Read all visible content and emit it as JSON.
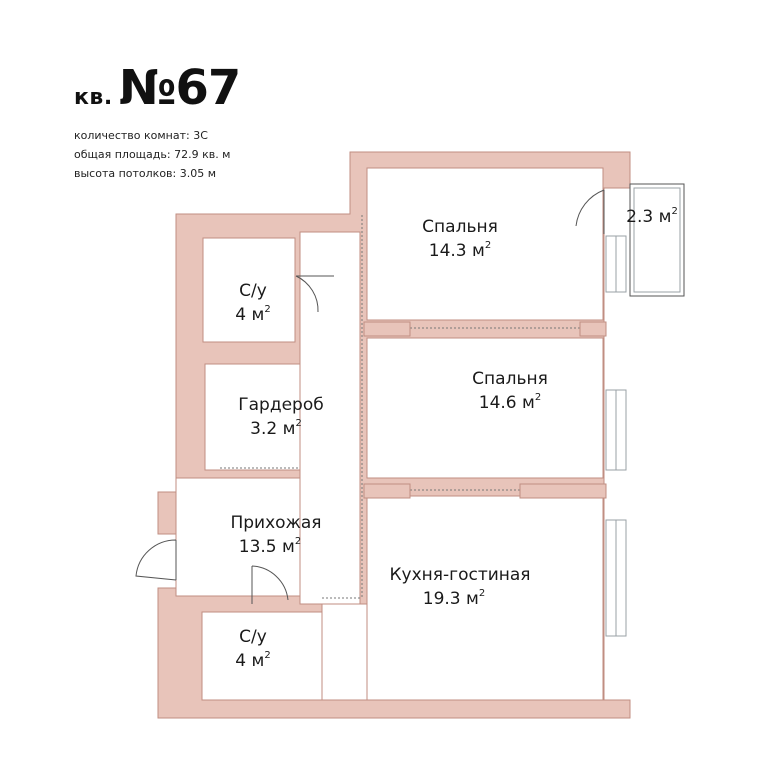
{
  "header": {
    "apartment_prefix": "кв.",
    "apartment_number": "№67",
    "rooms_label": "количество комнат:",
    "rooms_value": "3С",
    "area_label": "общая площадь:",
    "area_value": "72.9 кв. м",
    "ceiling_label": "высота потолков:",
    "ceiling_value": "3.05 м"
  },
  "colors": {
    "wall_fill": "#e8c4ba",
    "wall_stroke": "#c08e82",
    "window": "#9aa0a6",
    "door": "#555555",
    "partition": "#777777"
  },
  "rooms": {
    "bedroom1": {
      "name": "Спальня",
      "area": "14.3 м",
      "sup": "2"
    },
    "balcony": {
      "name": "",
      "area": "2.3 м",
      "sup": "2"
    },
    "bathroom1": {
      "name": "С/у",
      "area": "4 м",
      "sup": "2"
    },
    "bedroom2": {
      "name": "Спальня",
      "area": "14.6 м",
      "sup": "2"
    },
    "wardrobe": {
      "name": "Гардероб",
      "area": "3.2 м",
      "sup": "2"
    },
    "hallway": {
      "name": "Прихожая",
      "area": "13.5 м",
      "sup": "2"
    },
    "kitchen_living": {
      "name": "Кухня-гостиная",
      "area": "19.3 м",
      "sup": "2"
    },
    "bathroom2": {
      "name": "С/у",
      "area": "4 м",
      "sup": "2"
    }
  }
}
